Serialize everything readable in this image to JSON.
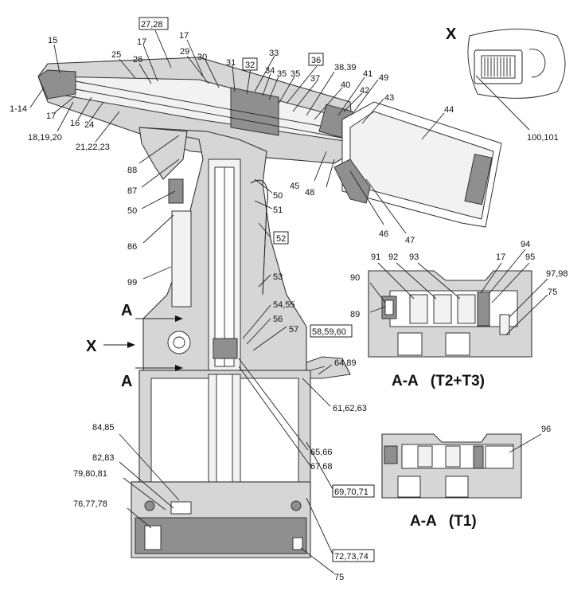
{
  "labels": {
    "l_1_14": "1-14",
    "l_15": "15",
    "l_17a": "17",
    "l_17b": "17",
    "l_17c": "17",
    "l_17d": "17",
    "l_16": "16",
    "l_24": "24",
    "l_18_20": "18,19,20",
    "l_21_23": "21,22,23",
    "l_25": "25",
    "l_26": "26",
    "l_27_28": "27,28",
    "l_29": "29",
    "l_30": "30",
    "l_31": "31",
    "l_32": "32",
    "l_33": "33",
    "l_34": "34",
    "l_35a": "35",
    "l_35b": "35",
    "l_36": "36",
    "l_37": "37",
    "l_38_39": "38,39",
    "l_40": "40",
    "l_41": "41",
    "l_42": "42",
    "l_43": "43",
    "l_44": "44",
    "l_45": "45",
    "l_46": "46",
    "l_47": "47",
    "l_48": "48",
    "l_49": "49",
    "l_50a": "50",
    "l_50b": "50",
    "l_51": "51",
    "l_52": "52",
    "l_53": "53",
    "l_54_55": "54,55",
    "l_56": "56",
    "l_57": "57",
    "l_58_60": "58,59,60",
    "l_61_63": "61,62,63",
    "l_64_89": "64,89",
    "l_65_66": "65,66",
    "l_67_68": "67,68",
    "l_69_71": "69,70,71",
    "l_72_74": "72,73,74",
    "l_75a": "75",
    "l_75b": "75",
    "l_76_78": "76,77,78",
    "l_79_81": "79,80,81",
    "l_82_83": "82,83",
    "l_84_85": "84,85",
    "l_86": "86",
    "l_87": "87",
    "l_88": "88",
    "l_89": "89",
    "l_90": "90",
    "l_91": "91",
    "l_92": "92",
    "l_93": "93",
    "l_94": "94",
    "l_95": "95",
    "l_96": "96",
    "l_97_98": "97,98",
    "l_99": "99",
    "l_100_101": "100,101"
  },
  "markers": {
    "x_detail": "X",
    "x_side": "X",
    "a_top": "A",
    "a_bottom": "A"
  },
  "sections": {
    "aa_t2t3": "A-A   (T2+T3)",
    "aa_t1": "A-A   (T1)"
  }
}
